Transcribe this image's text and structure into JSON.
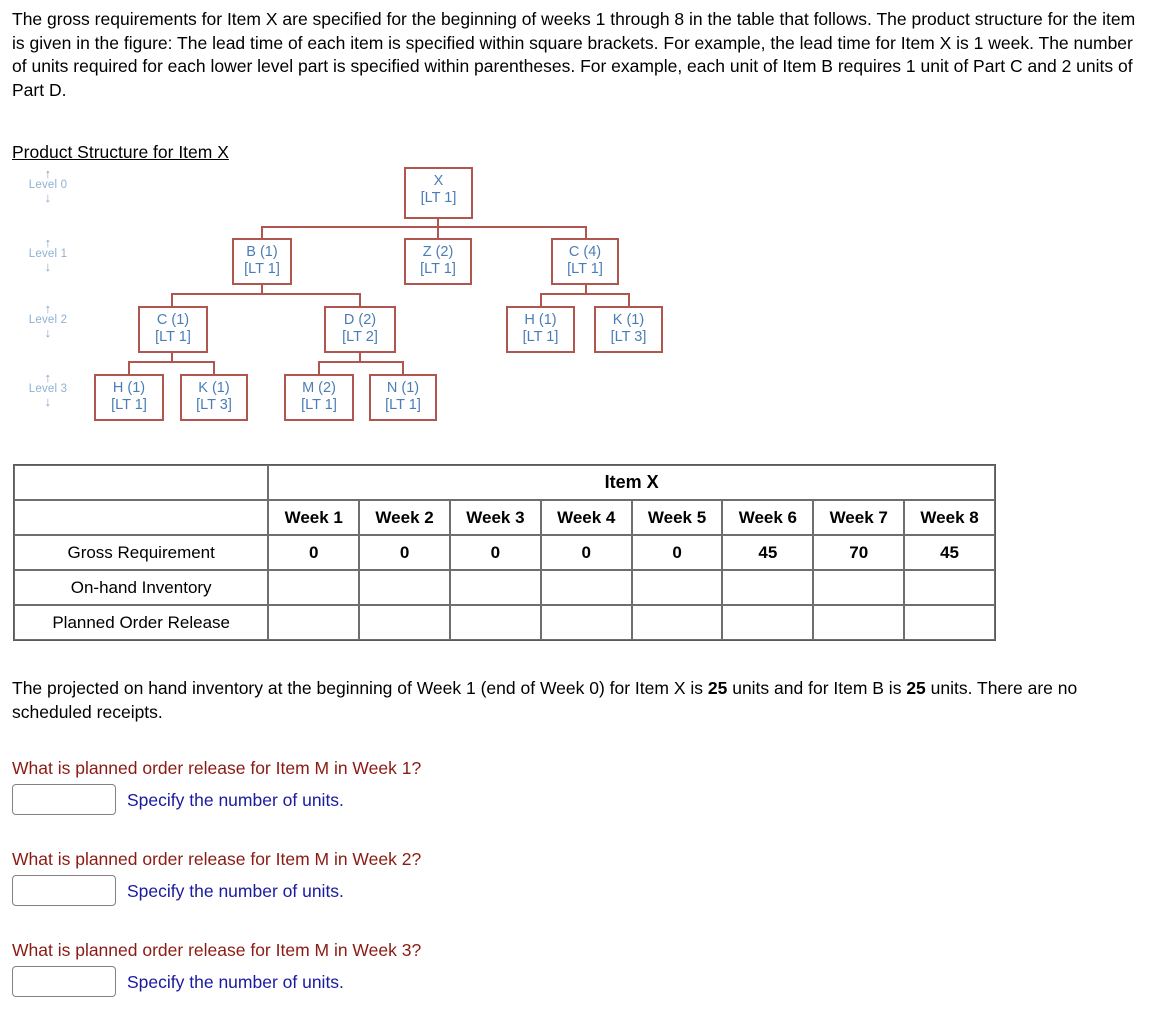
{
  "intro": {
    "paragraph": "The gross requirements for Item X are specified for the beginning of weeks 1 through 8 in the table that follows. The product structure for the item is given in the figure: The lead time of each item is specified within square brackets. For example, the lead time for Item X is 1 week. The number of units required for each lower level part is specified within parentheses. For example, each unit of Item B requires 1 unit of Part C and 2 units of Part D."
  },
  "diagram": {
    "heading": "Product Structure for Item X",
    "levels": [
      {
        "label": "Level 0",
        "up": "↑",
        "down": "↓"
      },
      {
        "label": "Level 1",
        "up": "↑",
        "down": "↓"
      },
      {
        "label": "Level 2",
        "up": "↑",
        "down": "↓"
      },
      {
        "label": "Level 3",
        "up": "↑",
        "down": "↓"
      }
    ],
    "nodes": [
      {
        "id": "x",
        "name": "X",
        "lead_time": "[LT 1]",
        "level": 0
      },
      {
        "id": "b1",
        "name": "B (1)",
        "lead_time": "[LT 1]",
        "level": 1
      },
      {
        "id": "z2",
        "name": "Z (2)",
        "lead_time": "[LT 1]",
        "level": 1
      },
      {
        "id": "c4",
        "name": "C (4)",
        "lead_time": "[LT 1]",
        "level": 1
      },
      {
        "id": "c1",
        "name": "C (1)",
        "lead_time": "[LT 1]",
        "level": 2
      },
      {
        "id": "d2",
        "name": "D (2)",
        "lead_time": "[LT 2]",
        "level": 2
      },
      {
        "id": "h1r",
        "name": "H (1)",
        "lead_time": "[LT 1]",
        "level": 2
      },
      {
        "id": "k1r",
        "name": "K (1)",
        "lead_time": "[LT 3]",
        "level": 2
      },
      {
        "id": "h1",
        "name": "H (1)",
        "lead_time": "[LT 1]",
        "level": 3
      },
      {
        "id": "k1",
        "name": "K (1)",
        "lead_time": "[LT 3]",
        "level": 3
      },
      {
        "id": "m2",
        "name": "M (2)",
        "lead_time": "[LT 1]",
        "level": 3
      },
      {
        "id": "n1",
        "name": "N (1)",
        "lead_time": "[LT 1]",
        "level": 3
      }
    ],
    "colors": {
      "box_border": "#B0564E",
      "box_text": "#4A7DB5",
      "level_text": "#8FAFD4"
    }
  },
  "table": {
    "title": "Item X",
    "week_headers": [
      "Week 1",
      "Week 2",
      "Week 3",
      "Week 4",
      "Week 5",
      "Week 6",
      "Week 7",
      "Week 8"
    ],
    "rows": [
      {
        "label": "Gross Requirement",
        "values": [
          "0",
          "0",
          "0",
          "0",
          "0",
          "45",
          "70",
          "45"
        ]
      },
      {
        "label": "On-hand Inventory",
        "values": [
          "",
          "",
          "",
          "",
          "",
          "",
          "",
          ""
        ]
      },
      {
        "label": "Planned Order Release",
        "values": [
          "",
          "",
          "",
          "",
          "",
          "",
          "",
          ""
        ]
      }
    ]
  },
  "projection": {
    "part1": "The projected on hand inventory at the beginning of Week 1 (end of Week 0) for Item X is ",
    "value_x": "25",
    "part2": " units and for Item B is ",
    "value_b": "25",
    "part3": " units. There are no scheduled receipts."
  },
  "questions": [
    {
      "text": "What is planned order release for Item M in Week 1?",
      "answer": "",
      "hint": "Specify the number of units."
    },
    {
      "text": "What is planned order release for Item M in Week 2?",
      "answer": "",
      "hint": "Specify the number of units."
    },
    {
      "text": "What is planned order release for Item M in Week 3?",
      "answer": "",
      "hint": "Specify the number of units."
    }
  ],
  "colors": {
    "question": "#8B1A13",
    "hint": "#1A1A9E"
  }
}
